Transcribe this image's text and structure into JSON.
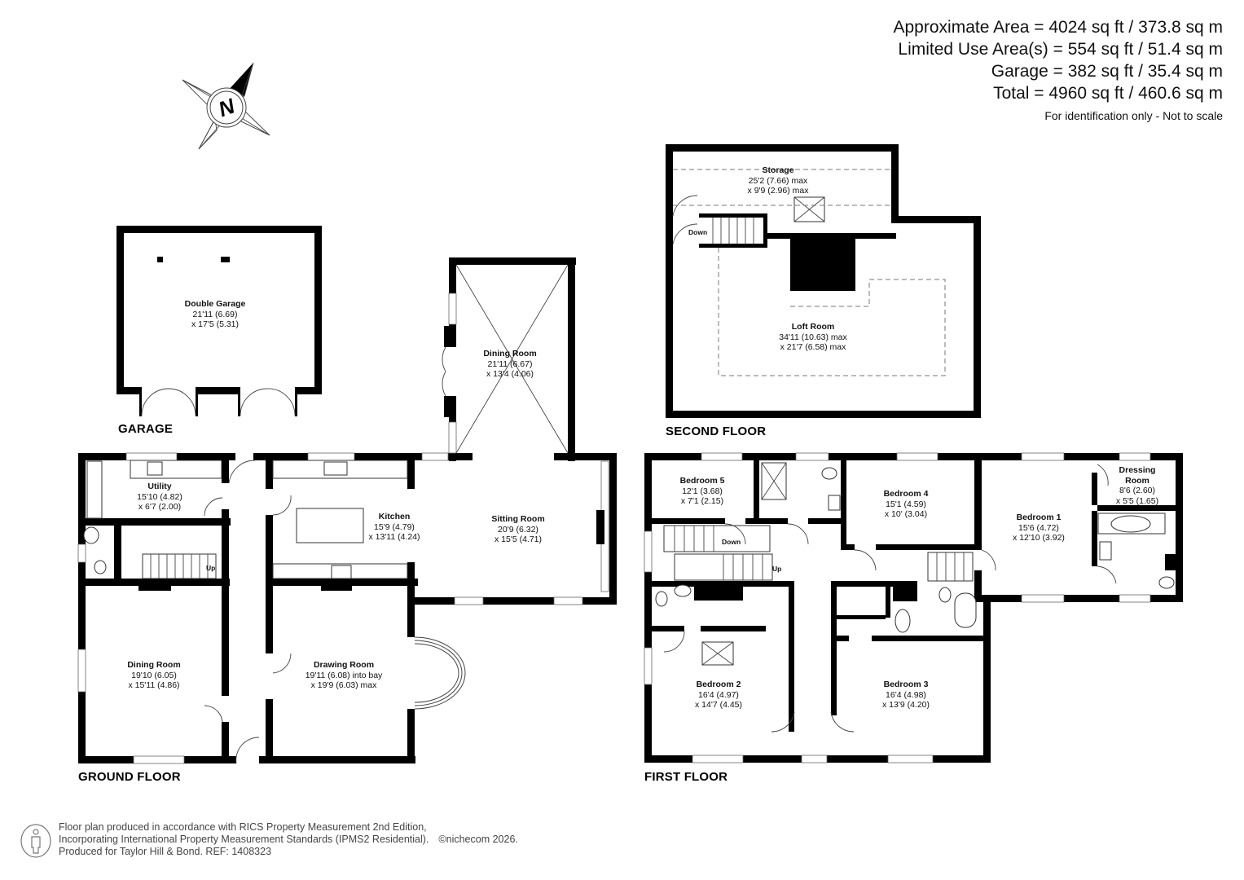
{
  "areas": {
    "approximate": "Approximate Area = 4024 sq ft / 373.8 sq m",
    "limited_use": "Limited Use Area(s) = 554 sq ft / 51.4 sq m",
    "garage": "Garage = 382 sq ft / 35.4 sq m",
    "total": "Total = 4960 sq ft / 460.6 sq m",
    "note": "For identification only - Not to scale"
  },
  "compass": {
    "label": "N",
    "icon": "north-compass-icon"
  },
  "floors": {
    "garage": {
      "label": "GARAGE",
      "rooms": [
        {
          "name": "Double Garage",
          "dim1": "21'11 (6.69)",
          "dim2": "x 17'5 (5.31)"
        }
      ]
    },
    "ground": {
      "label": "GROUND FLOOR",
      "rooms": [
        {
          "name": "Utility",
          "dim1": "15'10 (4.82)",
          "dim2": "x 6'7 (2.00)"
        },
        {
          "name": "Kitchen",
          "dim1": "15'9 (4.79)",
          "dim2": "x 13'11 (4.24)"
        },
        {
          "name": "Dining Room",
          "dim1": "21'11 (6.67)",
          "dim2": "x 13'4 (4.06)"
        },
        {
          "name": "Sitting Room",
          "dim1": "20'9 (6.32)",
          "dim2": "x 15'5 (4.71)"
        },
        {
          "name": "Dining Room",
          "dim1": "19'10 (6.05)",
          "dim2": "x 15'11 (4.86)"
        },
        {
          "name": "Drawing Room",
          "dim1": "19'11 (6.08) into bay",
          "dim2": "x 19'9 (6.03) max"
        }
      ],
      "stairs": {
        "up": "Up"
      }
    },
    "second": {
      "label": "SECOND FLOOR",
      "rooms": [
        {
          "name": "Storage",
          "dim1": "25'2 (7.66) max",
          "dim2": "x 9'9 (2.96) max"
        },
        {
          "name": "Loft Room",
          "dim1": "34'11 (10.63) max",
          "dim2": "x 21'7 (6.58) max"
        }
      ],
      "stairs": {
        "down": "Down"
      }
    },
    "first": {
      "label": "FIRST FLOOR",
      "rooms": [
        {
          "name": "Bedroom 5",
          "dim1": "12'1 (3.68)",
          "dim2": "x 7'1 (2.15)"
        },
        {
          "name": "Bedroom 4",
          "dim1": "15'1 (4.59)",
          "dim2": "x 10' (3.04)"
        },
        {
          "name": "Bedroom 1",
          "dim1": "15'6 (4.72)",
          "dim2": "x 12'10 (3.92)"
        },
        {
          "name": "Dressing Room",
          "name_line1": "Dressing",
          "name_line2": "Room",
          "dim1": "8'6 (2.60)",
          "dim2": "x 5'5 (1.65)"
        },
        {
          "name": "Bedroom 2",
          "dim1": "16'4 (4.97)",
          "dim2": "x 14'7 (4.45)"
        },
        {
          "name": "Bedroom 3",
          "dim1": "16'4 (4.98)",
          "dim2": "x 13'9 (4.20)"
        }
      ],
      "stairs": {
        "down": "Down",
        "up": "Up"
      }
    }
  },
  "footer": {
    "line1": "Floor plan produced in accordance with RICS Property Measurement 2nd Edition,",
    "line2": "Incorporating International Property Measurement Standards (IPMS2 Residential).",
    "copyright": "©nichecom 2026.",
    "line3": "Produced for Taylor Hill & Bond.   REF: 1408323",
    "icon": "person-measurement-icon"
  },
  "colors": {
    "wall": "#000000",
    "line": "#555555",
    "window": "#ffffff",
    "text": "#111111"
  }
}
